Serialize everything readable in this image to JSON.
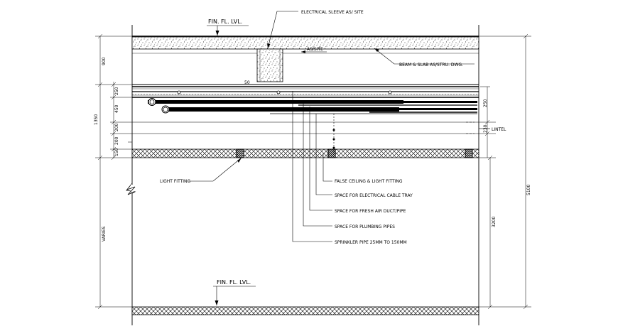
{
  "labels": {
    "fin_fl_top": "FIN. FL. LVL.",
    "fin_fl_bottom": "FIN. FL. LVL.",
    "electrical_sleeve": "ELECTRICAL SLEEVE AS/ SITE",
    "as_site": "AS/SITE",
    "beam_slab": "BEAM & SLAB AS/STRU. DWG.",
    "lintel": "LINTEL",
    "light_fitting": "LIGHT FITTING",
    "false_ceiling": "FALSE CEILING & LIGHT FITTING",
    "cable_tray": "SPACE FOR ELECTRICAL CABLE TRAY",
    "fresh_air": "SPACE FOR FRESH AIR DUCT/PIPE",
    "plumbing": "SPACE FOR PLUMBING PIPES",
    "sprinkler": "SPRINKLER PIPE 25MM TO 150MM"
  },
  "dimensions": {
    "d900": "900",
    "d250": "250",
    "d450": "450",
    "d200a": "200",
    "d200b": "200",
    "d150": "150",
    "d1350": "1350",
    "varies": "VARIES",
    "d3200": "3200",
    "d5100": "5100",
    "d50": "50",
    "r250": "250",
    "r230": "230"
  }
}
